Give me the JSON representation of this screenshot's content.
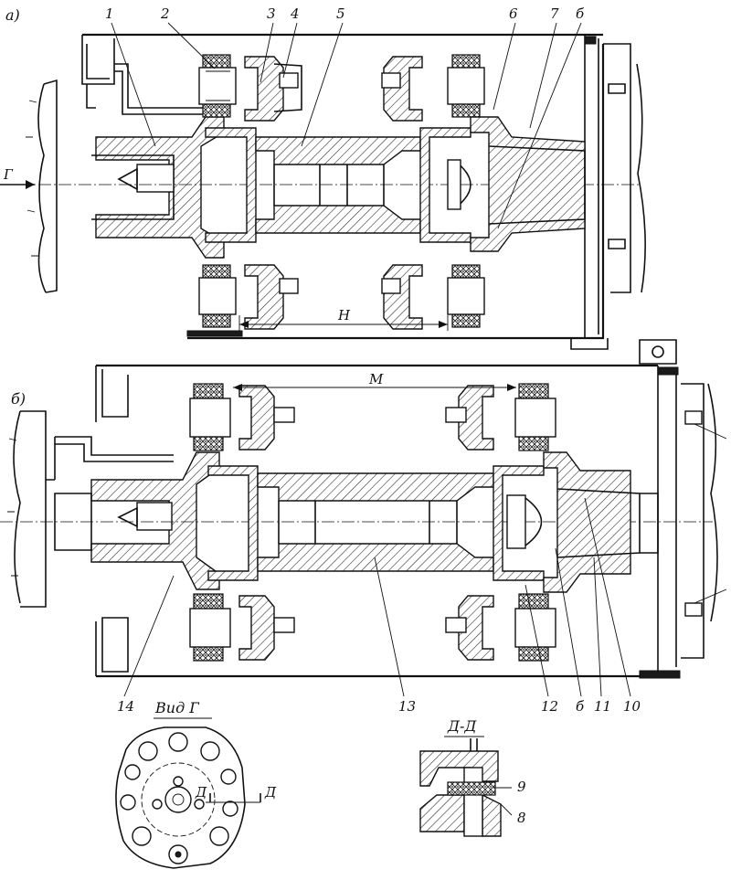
{
  "views": {
    "a": {
      "tag": "а)",
      "dimension": "Н"
    },
    "b": {
      "tag": "б)",
      "dimension": "М"
    }
  },
  "arrow_label": "Г",
  "callouts_top": [
    "1",
    "2",
    "3",
    "4",
    "5",
    "6",
    "7",
    "б"
  ],
  "callouts_bottom": [
    "14",
    "13",
    "12",
    "б",
    "11",
    "10"
  ],
  "detail_view": {
    "title": "Вид Г",
    "section_mark": "Д"
  },
  "section_view": {
    "title": "Д-Д",
    "callouts": [
      "9",
      "8"
    ]
  }
}
